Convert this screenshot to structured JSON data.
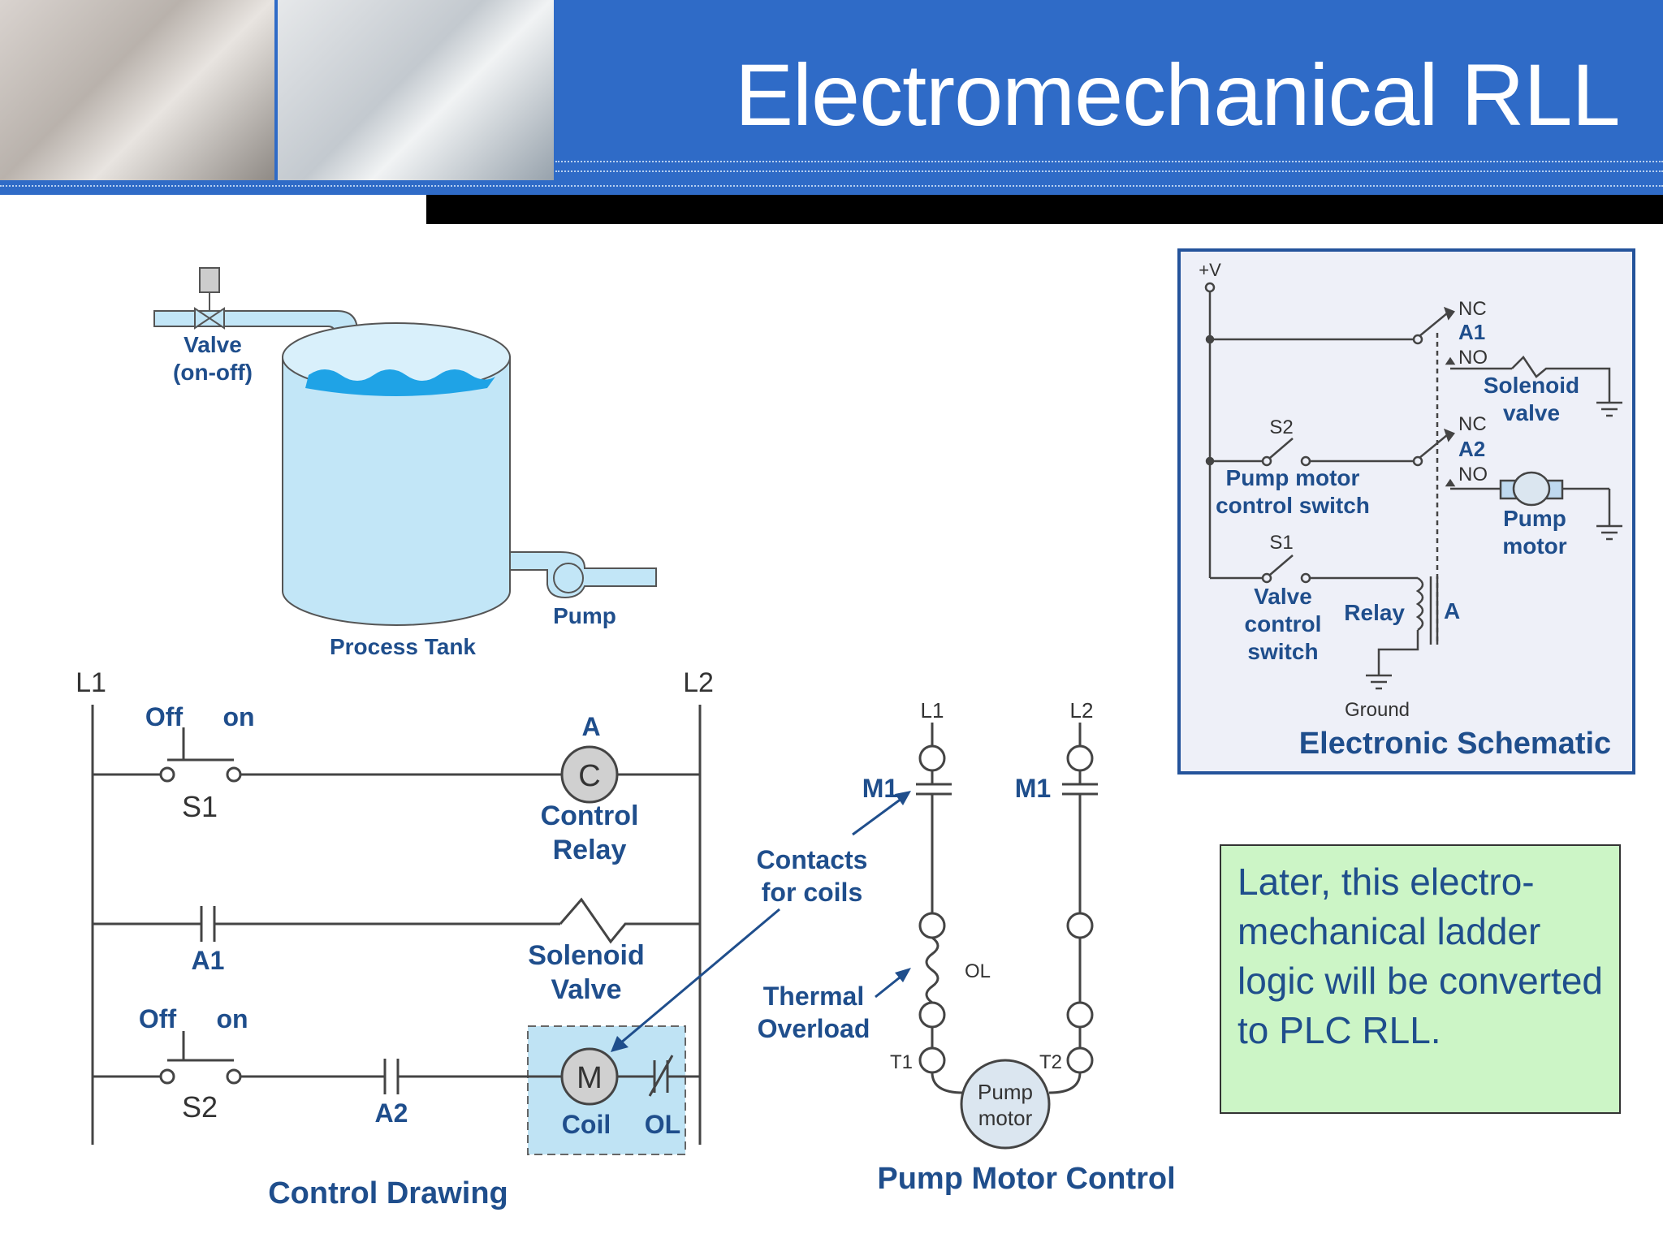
{
  "slide": {
    "title": "Electromechanical RLL",
    "note": "Later, this electro-mechanical ladder logic will be converted to PLC RLL."
  },
  "tank": {
    "valve_label_1": "Valve",
    "valve_label_2": "(on-off)",
    "tank_label": "Process Tank",
    "pump_label": "Pump"
  },
  "control_drawing": {
    "title": "Control Drawing",
    "rail_left": "L1",
    "rail_right": "L2",
    "off1": "Off",
    "on1": "on",
    "s1": "S1",
    "coil_a_top": "A",
    "coil_c": "C",
    "control_1": "Control",
    "control_2": "Relay",
    "a1": "A1",
    "solenoid_1": "Solenoid",
    "solenoid_2": "Valve",
    "off2": "Off",
    "on2": "on",
    "s2": "S2",
    "a2": "A2",
    "coil_m": "M",
    "coil_label": "Coil",
    "ol_label": "OL"
  },
  "pump_motor_control": {
    "title": "Pump Motor Control",
    "l1": "L1",
    "l2": "L2",
    "m1_left": "M1",
    "m1_right": "M1",
    "contacts_1": "Contacts",
    "contacts_2": "for coils",
    "thermal_1": "Thermal",
    "thermal_2": "Overload",
    "ol": "OL",
    "t1": "T1",
    "t2": "T2",
    "motor_1": "Pump",
    "motor_2": "motor"
  },
  "electronic_schematic": {
    "title": "Electronic Schematic",
    "vplus": "+V",
    "nc1": "NC",
    "a1": "A1",
    "no1": "NO",
    "solenoid_1": "Solenoid",
    "solenoid_2": "valve",
    "s2": "S2",
    "nc2": "NC",
    "a2": "A2",
    "no2": "NO",
    "pump_switch_1": "Pump motor",
    "pump_switch_2": "control switch",
    "pump_motor_1": "Pump",
    "pump_motor_2": "motor",
    "s1": "S1",
    "valve_switch_1": "Valve",
    "valve_switch_2": "control",
    "valve_switch_3": "switch",
    "relay": "Relay",
    "relay_a": "A",
    "ground": "Ground"
  },
  "colors": {
    "header_blue": "#2f6bc7",
    "label_blue": "#1f4e8c",
    "tank_fill": "#c2e6f7",
    "water": "#1fa3e6",
    "note_fill": "#ccf5c6",
    "schematic_bg": "#eef0f8"
  }
}
